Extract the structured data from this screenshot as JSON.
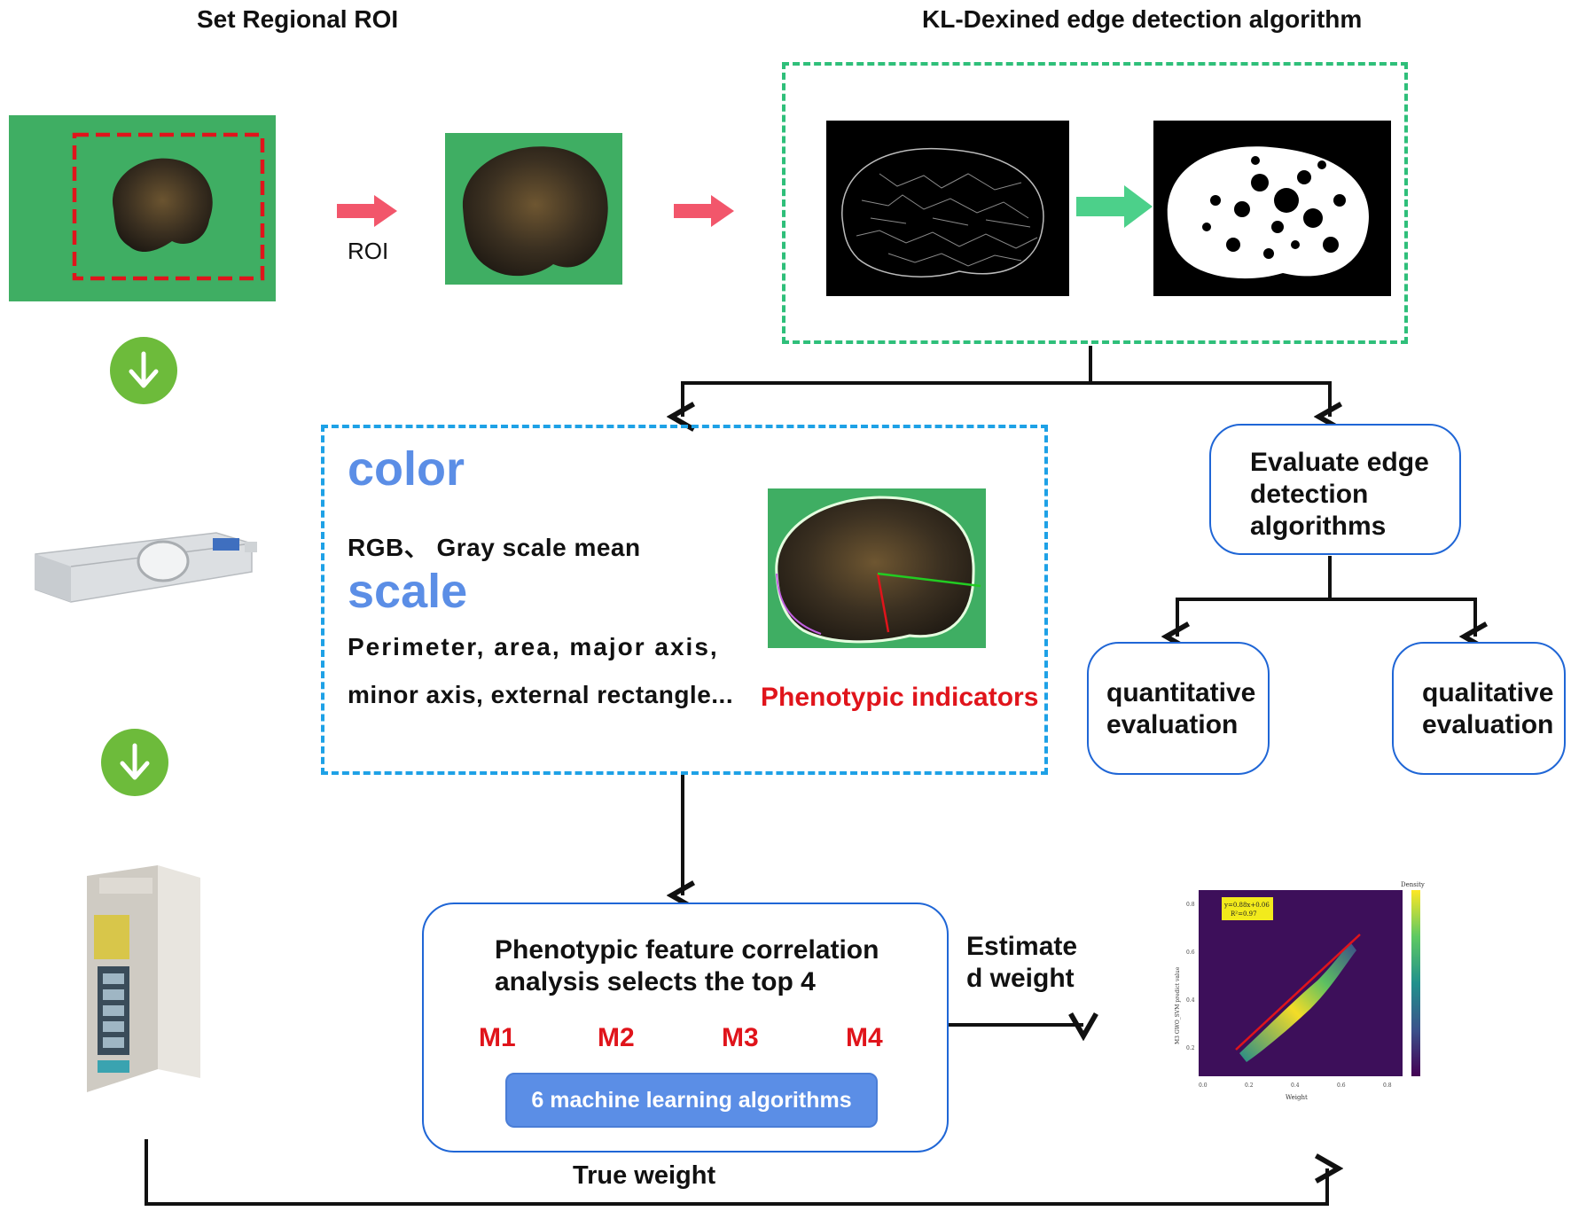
{
  "titles": {
    "set_roi": "Set Regional ROI",
    "kl_dexined": "KL-Dexined edge detection algorithm"
  },
  "labels": {
    "roi": "ROI",
    "true_weight": "True weight",
    "estimated_weight_line1": "Estimate",
    "estimated_weight_line2": "d weight"
  },
  "features": {
    "color_heading": "color",
    "color_items": "RGB、 Gray scale mean",
    "scale_heading": "scale",
    "scale_items_line1": "Perimeter, area, major axis,",
    "scale_items_line2": "minor axis, external rectangle...",
    "phenotypic_indicators": "Phenotypic indicators"
  },
  "evaluate": {
    "title_line1": "Evaluate edge",
    "title_line2": "detection",
    "title_line3": "algorithms",
    "quantitative_line1": "quantitative",
    "quantitative_line2": "evaluation",
    "qualitative_line1": "qualitative",
    "qualitative_line2": "evaluation"
  },
  "correlation": {
    "title_line1": "Phenotypic feature correlation",
    "title_line2": "analysis selects the top 4",
    "m1": "M1",
    "m2": "M2",
    "m3": "M3",
    "m4": "M4",
    "ml_button": "6 machine learning algorithms"
  },
  "scatter": {
    "eq_line1": "y=0.88x+0.06",
    "eq_line2": "R²=0.97",
    "colorbar_title": "Density",
    "xlabel": "Weight",
    "ylabel": "M3 GWO_SVM predict value",
    "x_ticks": [
      "0.0",
      "0.2",
      "0.4",
      "0.6",
      "0.8"
    ],
    "y_ticks": [
      "0.2",
      "0.4",
      "0.6",
      "0.8"
    ]
  },
  "colors": {
    "green_bg": "#3fae63",
    "green_dash": "#2fbf7a",
    "blue_dash": "#1ea1e6",
    "red_dash": "#e0141b",
    "pink_arrow": "#f2566b",
    "green_arrow": "#4cd08a",
    "box_border": "#1f66d6",
    "button_blue": "#5b8ee6"
  }
}
